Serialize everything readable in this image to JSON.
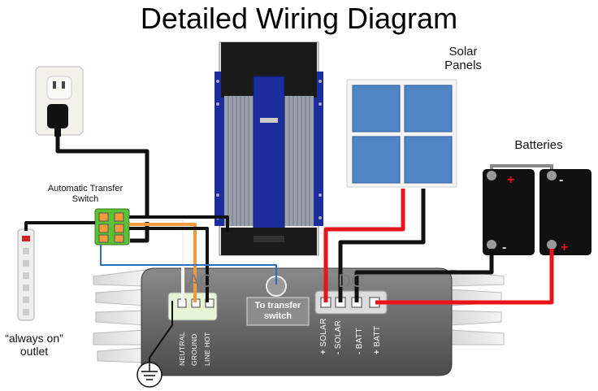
{
  "title": "Detailed Wiring Diagram",
  "labels": {
    "solar_panels": "Solar Panels",
    "batteries": "Batteries",
    "ats": "Automatic Transfer Switch",
    "always_on": "“always on” outlet",
    "to_transfer": "To transfer switch",
    "ac": "AC",
    "dc": "DC"
  },
  "terminals": {
    "ac": [
      "NEUTRAL",
      "GROUND",
      "LINE HOT"
    ],
    "dc": [
      {
        "sign": "+",
        "name": "SOLAR"
      },
      {
        "sign": "-",
        "name": "SOLAR"
      },
      {
        "sign": "-",
        "name": "BATT"
      },
      {
        "sign": "+",
        "name": "BATT"
      }
    ]
  },
  "colors": {
    "wire_red": "#e8141b",
    "wire_black": "#111111",
    "wire_blue": "#2e6fc4",
    "wire_white": "#ffffff",
    "wire_orange": "#f39a3c",
    "panel_blue": "#4f86c6",
    "inverter_blue": "#1c2e9c",
    "controller_gray": "#6e6e6e",
    "ats_green": "#5bc236"
  },
  "icons": [
    "wall-outlet-icon",
    "power-strip-icon",
    "ground-symbol-icon",
    "battery-icon",
    "solar-panel-icon",
    "inverter-icon"
  ]
}
